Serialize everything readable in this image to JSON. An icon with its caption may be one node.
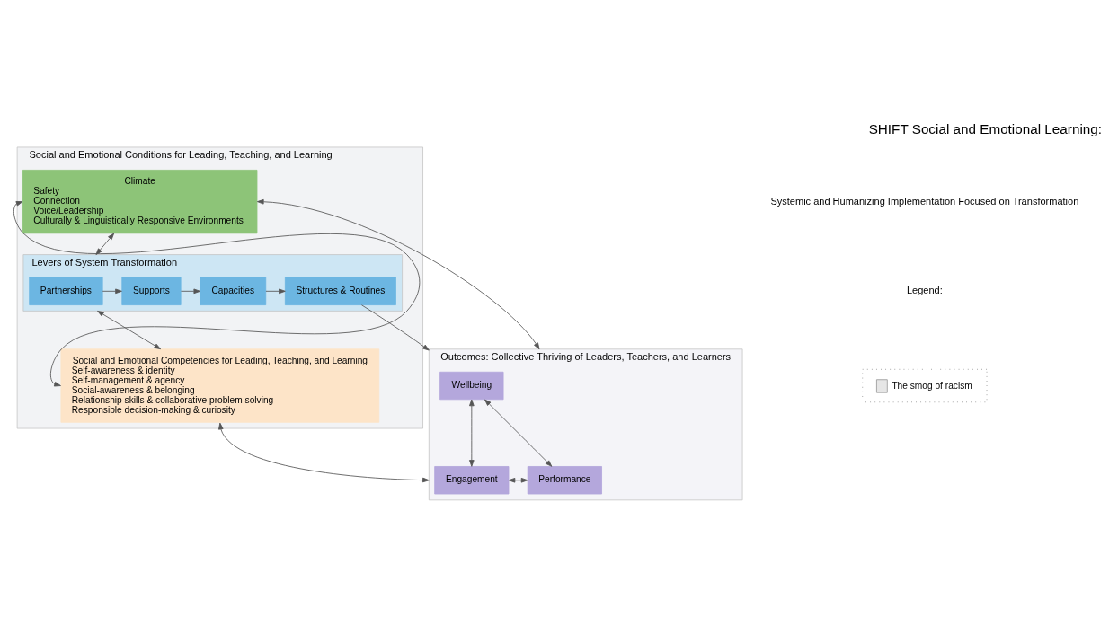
{
  "diagram": {
    "title": "SHIFT Social and Emotional Learning:",
    "nodes": [
      {
        "text": [
          "Social and Emotional Conditions for Leading, Teaching, and Learning"
        ]
      },
      {
        "text": [
          "Climate",
          "Safety",
          "Connection",
          "Voice/Leadership",
          "Culturally & Linguistically Responsive Environments"
        ],
        "in": 0
      },
      {
        "text": [
          "Levers of System Transformation"
        ],
        "in": 0
      },
      {
        "text": [
          "Partnerships"
        ],
        "in": 2
      },
      {
        "text": [
          "Supports"
        ],
        "in": 2
      },
      {
        "text": [
          "Capacities"
        ],
        "in": 2
      },
      {
        "text": [
          "Structures & Routines"
        ],
        "in": 2
      },
      {
        "text": [
          "Social and Emotional Competencies for Leading, Teaching, and Learning",
          "Self-awareness & identity",
          "Self-management & agency",
          "Social-awareness & belonging",
          "Relationship skills & collaborative problem solving",
          "Responsible decision-making & curiosity"
        ],
        "in": 0
      },
      {
        "text": [
          "Outcomes: Collective Thriving of Leaders, Teachers, and Learners"
        ]
      },
      {
        "text": [
          "Wellbeing"
        ],
        "in": 8
      },
      {
        "text": [
          "Engagement"
        ],
        "in": 8
      },
      {
        "text": [
          "Performance"
        ],
        "in": 8
      }
    ],
    "edges": [
      {
        "from": 1,
        "to": 2,
        "arrow": "both"
      },
      {
        "from": 2,
        "to": 7,
        "arrow": "both"
      },
      {
        "from": 7,
        "to": 1,
        "arrow": "both"
      },
      {
        "from": 3,
        "to": 4,
        "arrow": "to"
      },
      {
        "from": 4,
        "to": 5,
        "arrow": "to"
      },
      {
        "from": 5,
        "to": 6,
        "arrow": "to"
      },
      {
        "from": 6,
        "to": 8,
        "arrow": "to"
      },
      {
        "from": 1,
        "to": 8,
        "arrow": "both"
      },
      {
        "from": 7,
        "to": 8,
        "arrow": "both"
      },
      {
        "from": 9,
        "to": 10,
        "arrow": "both"
      },
      {
        "from": 9,
        "to": 11,
        "arrow": "both"
      },
      {
        "from": 10,
        "to": 11,
        "arrow": "both"
      }
    ],
    "labels": [
      "Systemic and Humanizing Implementation Focused on Transformation",
      "Legend:"
    ],
    "legend": [
      {
        "text": "The smog of racism",
        "color": "#e6e6e6"
      }
    ]
  }
}
